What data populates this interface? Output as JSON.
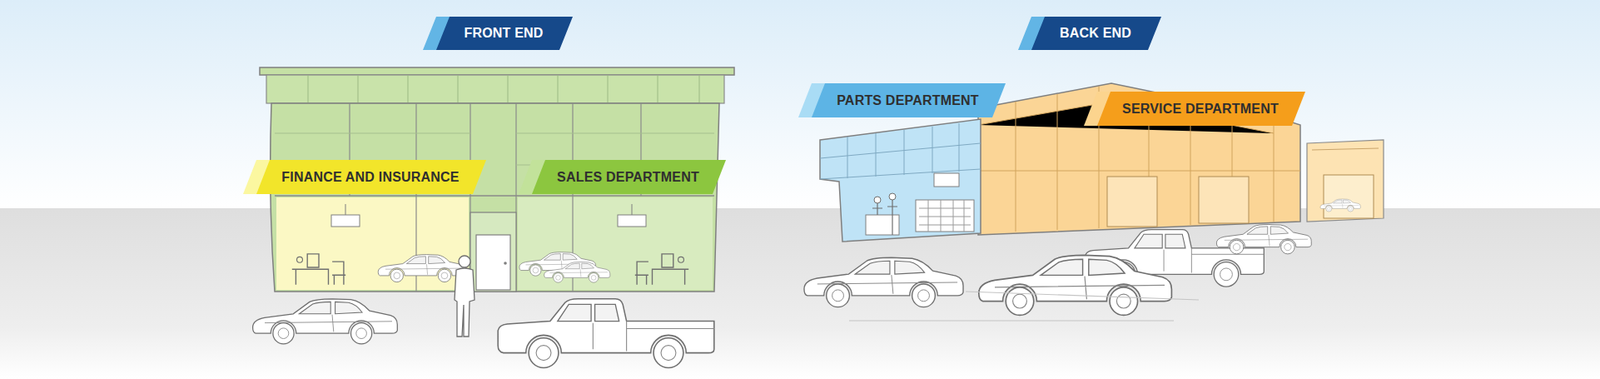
{
  "diagram": {
    "nodes": [
      {
        "text": [
          "FRONT END"
        ]
      },
      {
        "text": [
          "BACK END"
        ]
      },
      {
        "text": [
          "PARTS DEPARTMENT"
        ]
      },
      {
        "text": [
          "SERVICE DEPARTMENT"
        ]
      },
      {
        "text": [
          "FINANCE AND INSURANCE"
        ]
      },
      {
        "text": [
          "SALES DEPARTMENT"
        ]
      }
    ]
  }
}
